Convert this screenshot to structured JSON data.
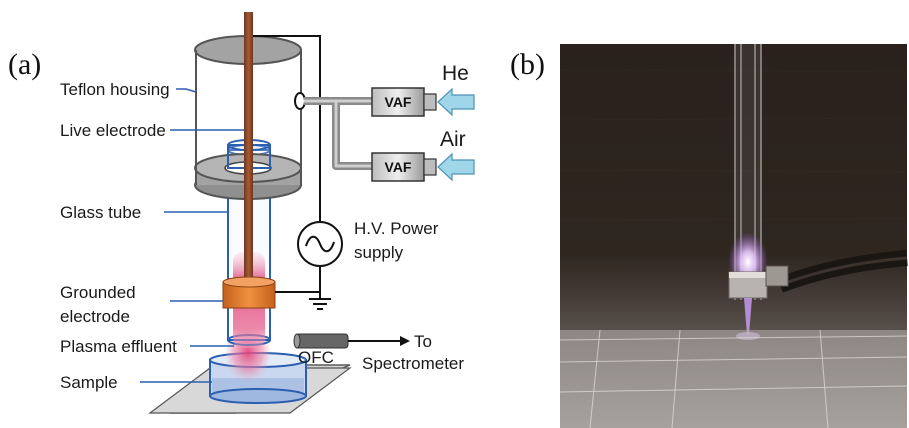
{
  "panels": {
    "a": {
      "letter": "(a)"
    },
    "b": {
      "letter": "(b)"
    }
  },
  "labels": {
    "teflon_housing": "Teflon housing",
    "live_electrode": "Live electrode",
    "glass_tube": "Glass tube",
    "grounded_electrode_1": "Grounded",
    "grounded_electrode_2": "electrode",
    "plasma_effluent": "Plasma effluent",
    "sample": "Sample",
    "power_supply_1": "H.V. Power",
    "power_supply_2": "supply",
    "ofc": "OFC",
    "to_spectrometer_1": "To",
    "to_spectrometer_2": "Spectrometer",
    "vaf_top": "VAF",
    "vaf_bottom": "VAF",
    "gas_he": "He",
    "gas_air": "Air"
  },
  "colors": {
    "callout_line": "#2c5fb0",
    "electrode_rod": "#8b4a2b",
    "housing": "#9a9a9a",
    "grounded_band": "#e07a2e",
    "plasma": "#e0457a",
    "sample_liquid": "#b9cbe8",
    "gas_arrow": "#9fd6ea"
  },
  "icons": {
    "ac_source": "sine-wave-icon",
    "ground": "ground-symbol-icon",
    "gas_inlet": "arrow-right-icon"
  }
}
